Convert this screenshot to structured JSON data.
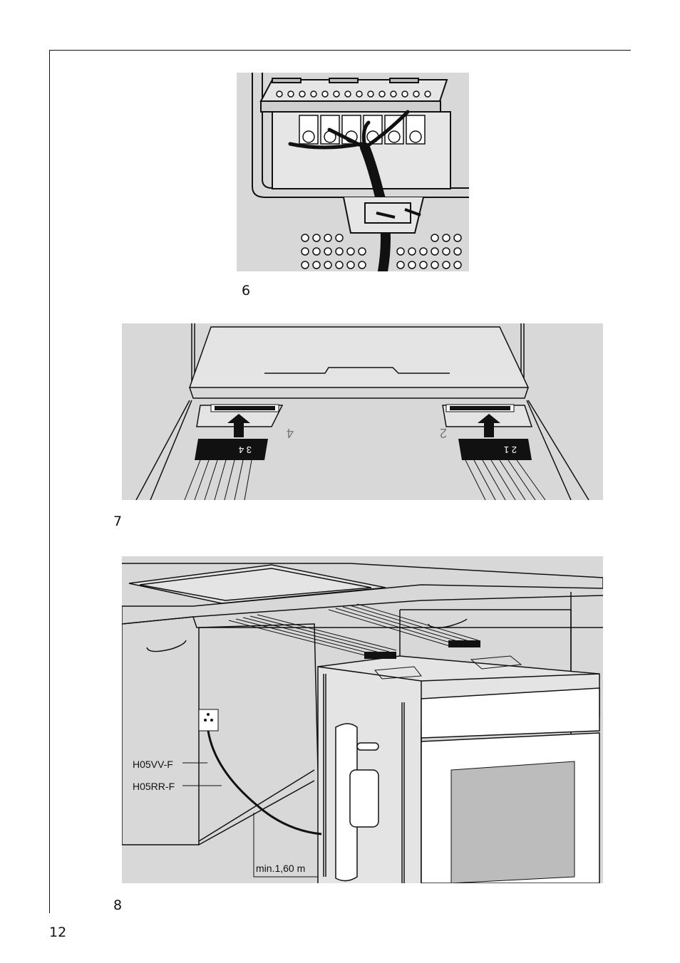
{
  "figures": {
    "fig6": {
      "caption": "6"
    },
    "fig7": {
      "caption": "7",
      "labels": {
        "connector_left": "3 4",
        "connector_right": "2 1",
        "slot_left": "4",
        "slot_right": "2"
      }
    },
    "fig8": {
      "caption": "8",
      "labels": {
        "cable_1": "H05VV-F",
        "cable_2": "H05RR-F",
        "distance": "min.1,60 m"
      }
    }
  },
  "page_number": "12",
  "colors": {
    "figure_bg": "#d8d8d8",
    "line": "#111111",
    "panel": "#cfcfcf",
    "highlight": "#e6e6e6"
  }
}
